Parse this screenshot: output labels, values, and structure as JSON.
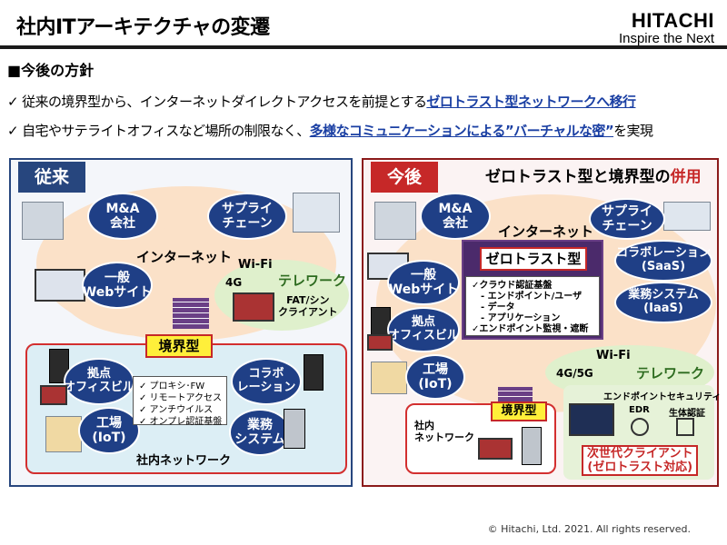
{
  "title": "社内ITアーキテクチャの変遷",
  "logo": {
    "word": "HITACHI",
    "tagline": "Inspire the Next"
  },
  "section_heading": "■今後の方針",
  "bullets": [
    {
      "check": "✓",
      "pre": "従来の境界型から、インターネットダイレクトアクセスを前提とする",
      "highlight": "ゼロトラスト型ネットワークへ移行",
      "post": ""
    },
    {
      "check": "✓",
      "pre": "自宅やサテライトオフィスなど場所の制限なく、",
      "highlight": "多様なコミュニケーションによる”バーチャルな密”",
      "post": "を実現"
    }
  ],
  "left": {
    "heading": "従来",
    "ma": "M&A\n会社",
    "supply": "サプライ\nチェーン",
    "internet": "インターネット",
    "web": "一般\nWebサイト",
    "wifi": "Wi-Fi",
    "g4": "4G",
    "telework": "テレワーク",
    "fat": "FAT/シン\nクライアント",
    "boundary": "境界型",
    "office": "拠点\nオフィスビル",
    "factory": "工場\n(IoT)",
    "collab": "コラボ\nレーション",
    "business": "業務\nシステム",
    "network": "社内ネットワーク",
    "list": [
      "✓ プロキシ･FW",
      "✓ リモートアクセス",
      "✓ アンチウイルス",
      "✓ オンプレ認証基盤"
    ]
  },
  "right": {
    "heading": "今後",
    "title_a": "ゼロトラスト型と境界型の",
    "title_b": "併用",
    "ma": "M&A\n会社",
    "supply": "サプライ\nチェーン",
    "internet": "インターネット",
    "zerotrust": "ゼロトラスト型",
    "zt_list": [
      "✓クラウド認証基盤",
      "　- エンドポイント/ユーザ",
      "　- データ",
      "　- アプリケーション",
      "✓エンドポイント監視・遮断"
    ],
    "web": "一般\nWebサイト",
    "office": "拠点\nオフィスビル",
    "factory": "工場\n(IoT)",
    "saas": "コラボレーション\n(SaaS)",
    "iaas": "業務システム\n(IaaS)",
    "wifi": "Wi-Fi",
    "g45": "4G/5G",
    "telework": "テレワーク",
    "endpoint_sec": "エンドポイントセキュリティ",
    "edr": "EDR",
    "bio": "生体認証",
    "boundary": "境界型",
    "intra": "社内\nネットワーク",
    "next_client": "次世代クライアント\n(ゼロトラスト対応)"
  },
  "copyright": "© Hitachi, Ltd. 2021. All rights reserved."
}
